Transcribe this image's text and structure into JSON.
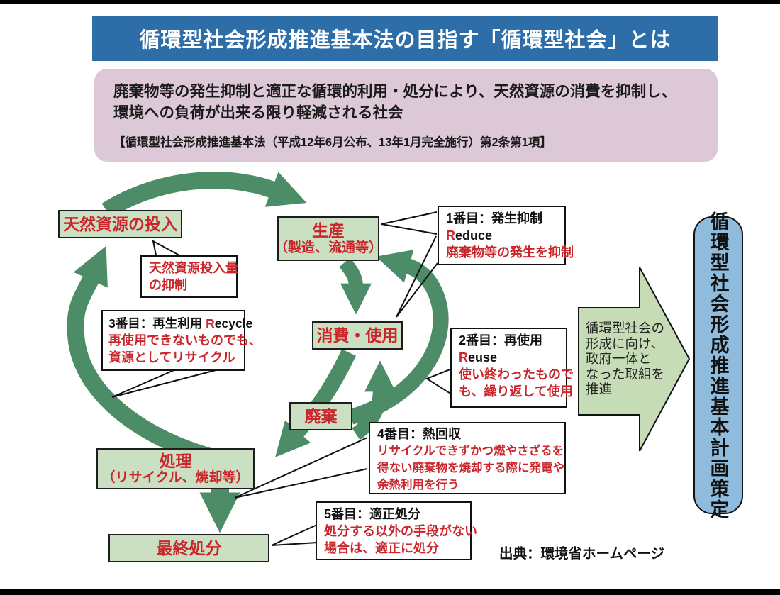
{
  "title": {
    "text": "循環型社会形成推進基本法の目指す「循環型社会」とは"
  },
  "definition": {
    "line1": "廃棄物等の発生抑制と適正な循環的利用・処分により、天然資源の消費を抑制し、",
    "line2": "環境への負荷が出来る限り軽減される社会",
    "law": "【循環型社会形成推進基本法（平成12年6月公布、13年1月完全施行）第2条第1項】"
  },
  "nodes": {
    "natural_resources": {
      "label": "天然資源の投入"
    },
    "production": {
      "line1": "生産",
      "line2": "（製造、流通等）"
    },
    "consumption": {
      "label": "消費・使用"
    },
    "discard": {
      "label": "廃棄"
    },
    "treatment": {
      "line1": "処理",
      "line2": "（リサイクル、焼却等）"
    },
    "final_disposal": {
      "label": "最終処分"
    }
  },
  "callouts": {
    "suppress_input": {
      "line1": "天然資源投入量",
      "line2": "の抑制"
    },
    "reduce": {
      "heading": "1番目：発生抑制",
      "r": "R",
      "word_rest": "educe",
      "body": "廃棄物等の発生を抑制"
    },
    "reuse": {
      "heading": "2番目：再使用",
      "r": "R",
      "word_rest": "euse",
      "body_line1": "使い終わったもので",
      "body_line2": "も、繰り返して使用"
    },
    "recycle": {
      "heading_prefix": "3番目：再生利用 ",
      "r": "R",
      "word_rest": "ecycle",
      "body_line1": "再使用できないものでも、",
      "body_line2": "資源としてリサイクル"
    },
    "heat_recovery": {
      "heading": "4番目：熱回収",
      "body_line1": "リサイクルできずかつ燃やさざるを",
      "body_line2": "得ない廃棄物を焼却する際に発電や",
      "body_line3": "余熱利用を行う"
    },
    "proper_disposal": {
      "heading": "5番目：適正処分",
      "body_line1": "処分する以外の手段がない",
      "body_line2": "場合は、適正に処分"
    }
  },
  "promotion_arrow": {
    "lines": [
      "循環型社会の",
      "形成に向け、",
      "政府一体と",
      "なった取組を",
      "推進"
    ]
  },
  "plan_box": {
    "text": "循環型社会形成推進基本計画策定"
  },
  "source": {
    "text": "出典：環境省ホームページ"
  },
  "colors": {
    "title_bg": "#2d6da8",
    "definition_bg": "#dcc8d6",
    "node_fill": "#cbdfc2",
    "cycle_green": "#4c8c66",
    "promo_arrow_fill": "#c6dcb6",
    "plan_box_fill": "#8fbbdc",
    "accent_red": "#c9252b"
  }
}
